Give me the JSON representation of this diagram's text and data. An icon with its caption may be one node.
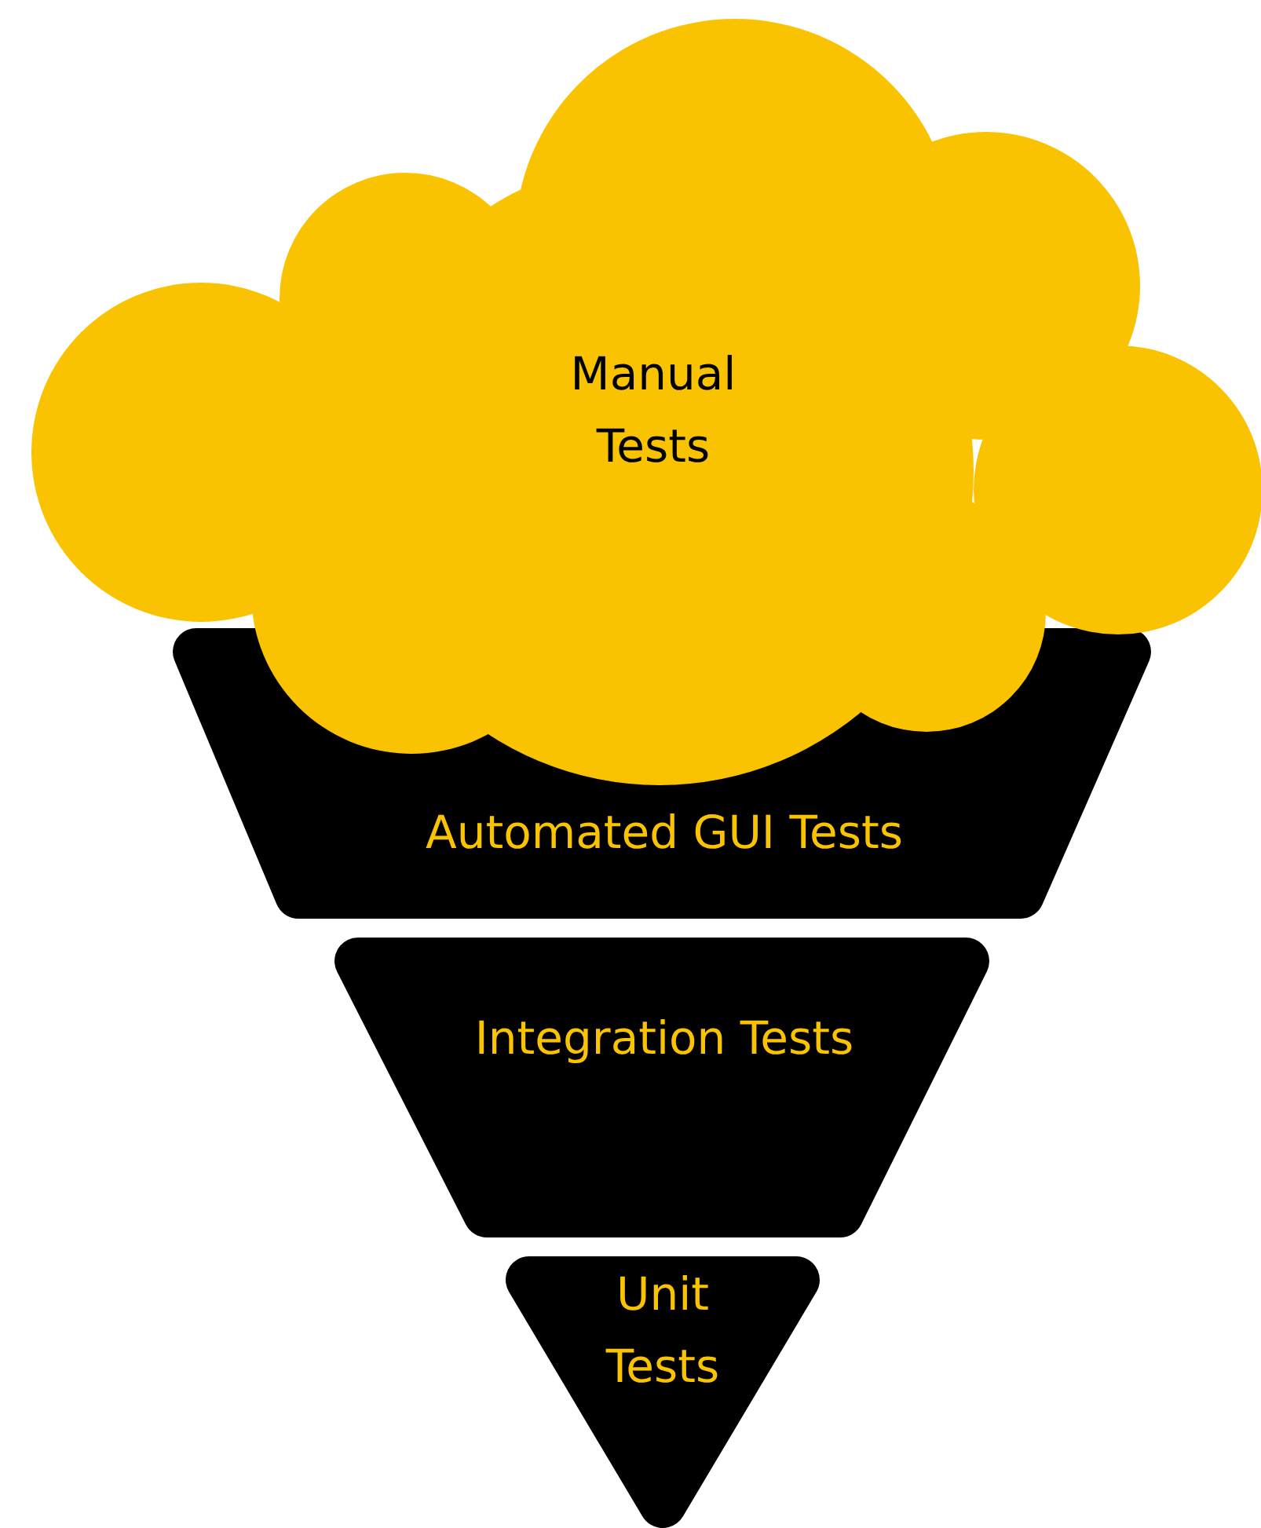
{
  "diagram": {
    "nodes": [
      {
        "text": [
          "Manual Tests"
        ]
      },
      {
        "text": [
          "Automated GUI Tests"
        ]
      },
      {
        "text": [
          "Integration Tests"
        ]
      },
      {
        "text": [
          "Unit Tests"
        ]
      }
    ]
  }
}
